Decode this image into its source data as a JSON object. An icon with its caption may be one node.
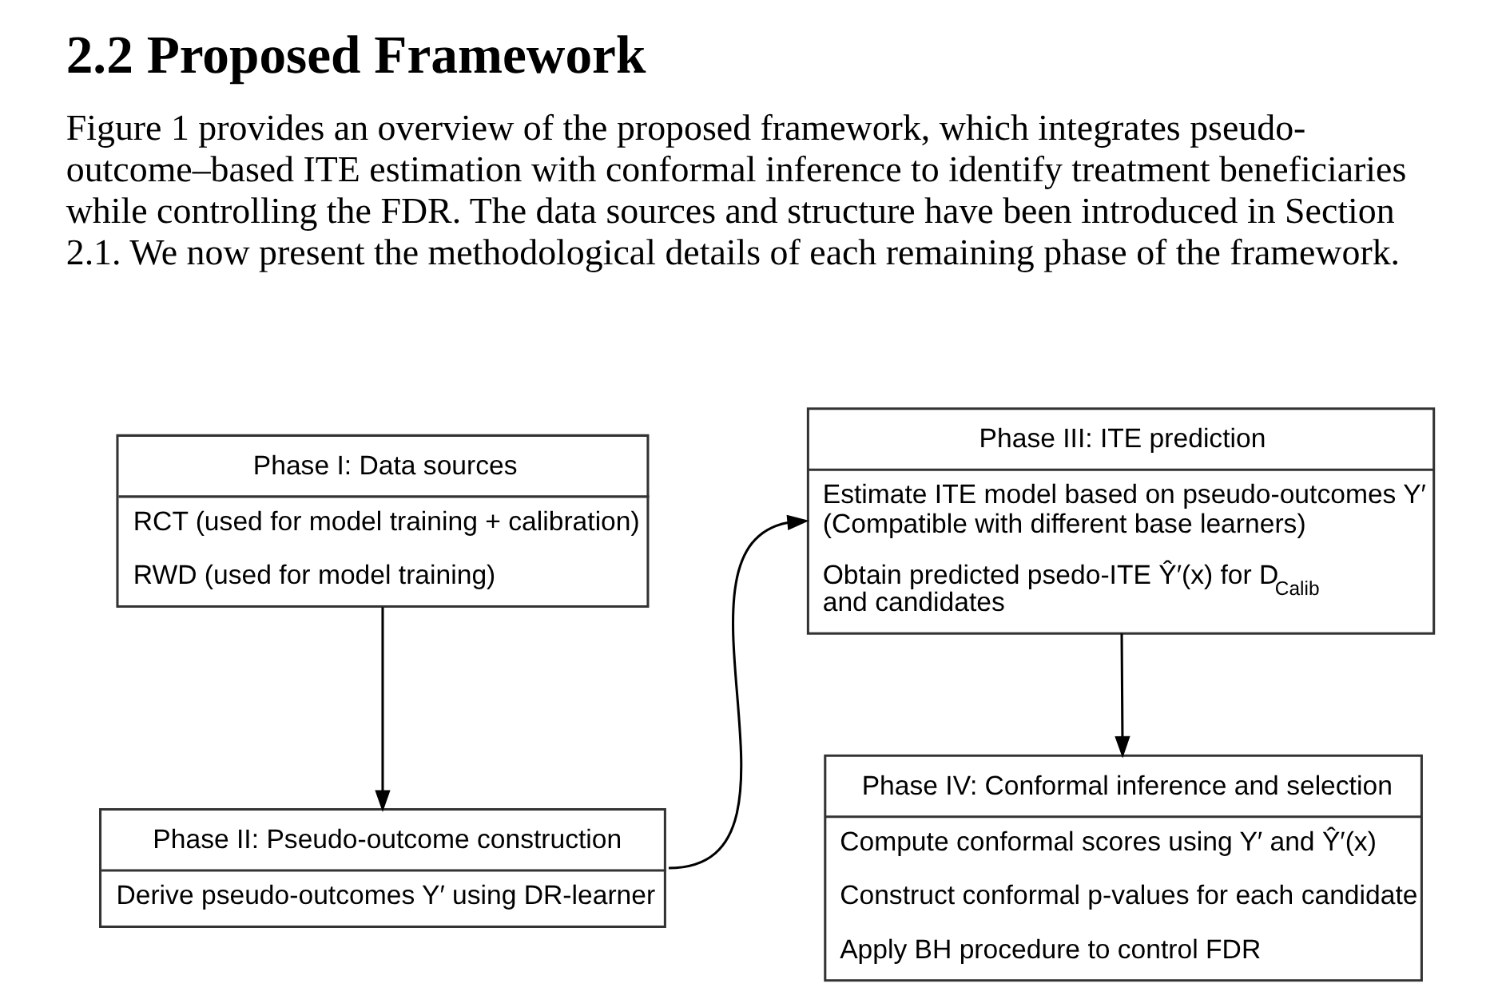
{
  "diagram": {
    "title": "2.2 Proposed Framework",
    "nodes": [
      {
        "text": [
          "Phase I: Data sources",
          "RCT (used for model training + calibration)",
          "RWD (used for model training)"
        ]
      },
      {
        "text": [
          "Phase II: Pseudo-outcome construction",
          "Derive pseudo-outcomes Y′ using DR-learner"
        ]
      },
      {
        "text": [
          "Phase III: ITE prediction",
          "Estimate ITE model based on pseudo-outcomes Y′ (Compatible with different base learners)",
          "Obtain predicted psedo-ITE Ŷ′(x) for D$_{Calib}$ and candidates"
        ]
      },
      {
        "text": [
          "Phase IV: Conformal inference and selection",
          "Compute conformal scores using Y′ and Ŷ′(x)",
          "Construct conformal p-values for each candidate",
          "Apply BH procedure to control FDR"
        ]
      }
    ],
    "edges": [
      {
        "from": 0,
        "to": 1,
        "arrow": "to"
      },
      {
        "from": 1,
        "to": 2,
        "arrow": "to"
      },
      {
        "from": 2,
        "to": 3,
        "arrow": "to"
      }
    ],
    "labels": [
      "Figure 1 provides an overview of the proposed framework, which integrates pseudo-outcome–based ITE estimation with conformal inference to identify treatment beneficiaries while controlling the FDR. The data sources and structure have been introduced in Section 2.1. We now present the methodological details of each remaining phase of the framework."
    ]
  }
}
